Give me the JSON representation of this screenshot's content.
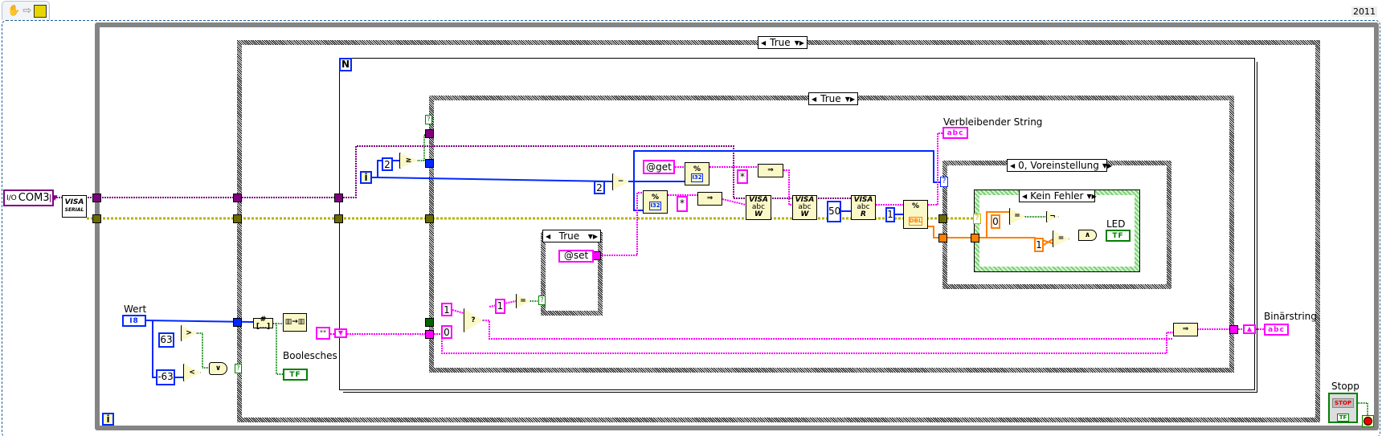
{
  "toolbar": {
    "run_icon": "hand-icon",
    "arrow_icon": "arrow-right-icon",
    "vi_icon": "vi-icon"
  },
  "version": "2011",
  "colors": {
    "visa": "#800080",
    "i32": "#0028ff",
    "string": "#ff00ff",
    "dbl": "#ff7f00",
    "bool": "#008000",
    "error": "#b5b500",
    "loop_border": "#848484"
  },
  "visa_resource": {
    "value": "COM3",
    "prefix": "I/O"
  },
  "visa_serial_node": {
    "line1": "VISA",
    "line2": "SERIAL"
  },
  "selectors": {
    "outer_case": "True",
    "inner_case": "True",
    "small_case": "True",
    "enum_case": "0, Voreinstellung",
    "error_case": "Kein Fehler"
  },
  "for_loop": {
    "count": "N",
    "iteration": "i"
  },
  "while_loop": {
    "iteration": "i"
  },
  "constants": {
    "two_a": "2",
    "two_b": "2",
    "get": "@get",
    "set": "@set",
    "star_a": "*",
    "star_b": "*",
    "fifty": "50",
    "one_scan": "1",
    "zero_err": "0",
    "one_err": "1",
    "one_sel": "1",
    "zero_sel": "0",
    "one_eq": "1",
    "sixty_three": "63",
    "neg_sixty_three": "-63",
    "empty_string": "\"\""
  },
  "nodes": {
    "format_glyph": "% ",
    "i32": "I32",
    "dbl": "DBL",
    "visa": "VISA",
    "abc": "abc",
    "write": "W",
    "read": "R",
    "concat": "⇒"
  },
  "labels": {
    "wert": "Wert",
    "wert_type": "I8",
    "boolean_array": "Boolesches A",
    "remaining_string": "Verbleibender String",
    "binary_string": "Binärstring",
    "led": "LED",
    "stop": "Stopp",
    "stop_button": "STOP",
    "tf": "TF",
    "abc": "abc"
  }
}
